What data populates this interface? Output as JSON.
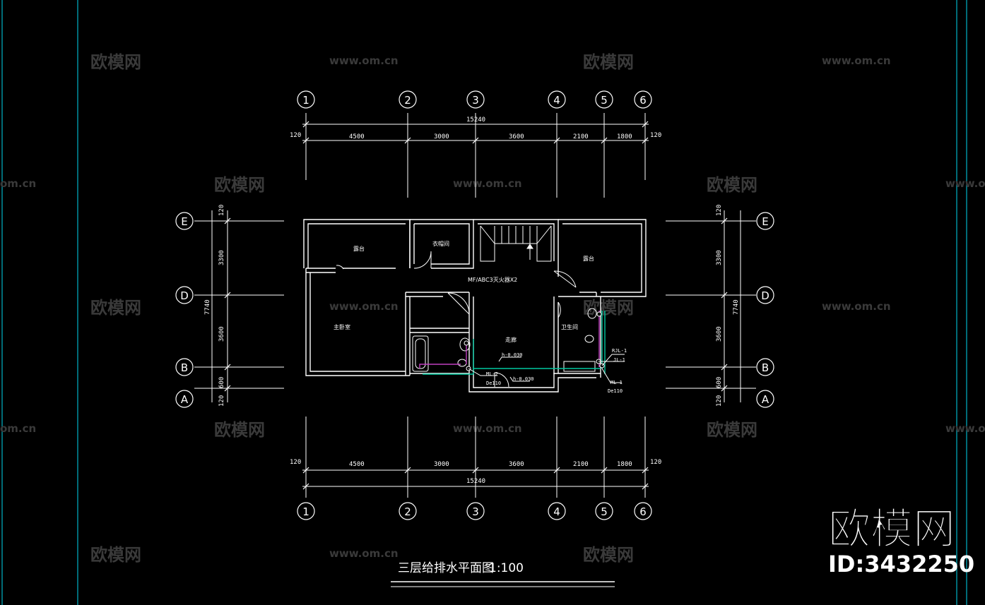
{
  "watermark": {
    "brand": "欧模网",
    "url": "www.om.cn",
    "url_partial": "om.cn",
    "url_partial2": "www.o"
  },
  "grid_x_labels": [
    "1",
    "2",
    "3",
    "4",
    "5",
    "6"
  ],
  "grid_y_labels": [
    "E",
    "D",
    "B",
    "A"
  ],
  "dims_top": {
    "total": "15240",
    "segments": [
      "120",
      "4500",
      "3000",
      "3600",
      "2100",
      "1800",
      "120"
    ]
  },
  "dims_bottom": {
    "total": "15240",
    "segments": [
      "120",
      "4500",
      "3000",
      "3600",
      "2100",
      "1800",
      "120"
    ]
  },
  "dims_left": {
    "total": "7740",
    "segments": [
      "120",
      "3300",
      "3600",
      "600",
      "120"
    ]
  },
  "dims_right": {
    "total": "7740",
    "segments": [
      "120",
      "3300",
      "3600",
      "600",
      "120"
    ]
  },
  "rooms": {
    "balcony_left": "露台",
    "storage": "衣帽间",
    "balcony_right": "露台",
    "master_bedroom": "主卧室",
    "corridor": "走廊",
    "bathroom": "卫生间",
    "extinguisher": "MF/ABC3灭火器X2"
  },
  "pipes": {
    "ml2": "ML-2",
    "de110_left": "De110",
    "h1": "h-0.030",
    "h2": "h-0.030",
    "rjl1": "RJL-1",
    "jl1": "JL-1",
    "ml1": "ML-1",
    "de110_right": "De110"
  },
  "title": {
    "name": "三层给排水平面图",
    "scale": "1:100"
  },
  "brand": {
    "name": "欧模网",
    "id": "ID:3432250"
  },
  "colors": {
    "line": "#ffffff",
    "frame": "#00b4c8",
    "water": "#00c8a0",
    "drain": "#c040c0"
  }
}
